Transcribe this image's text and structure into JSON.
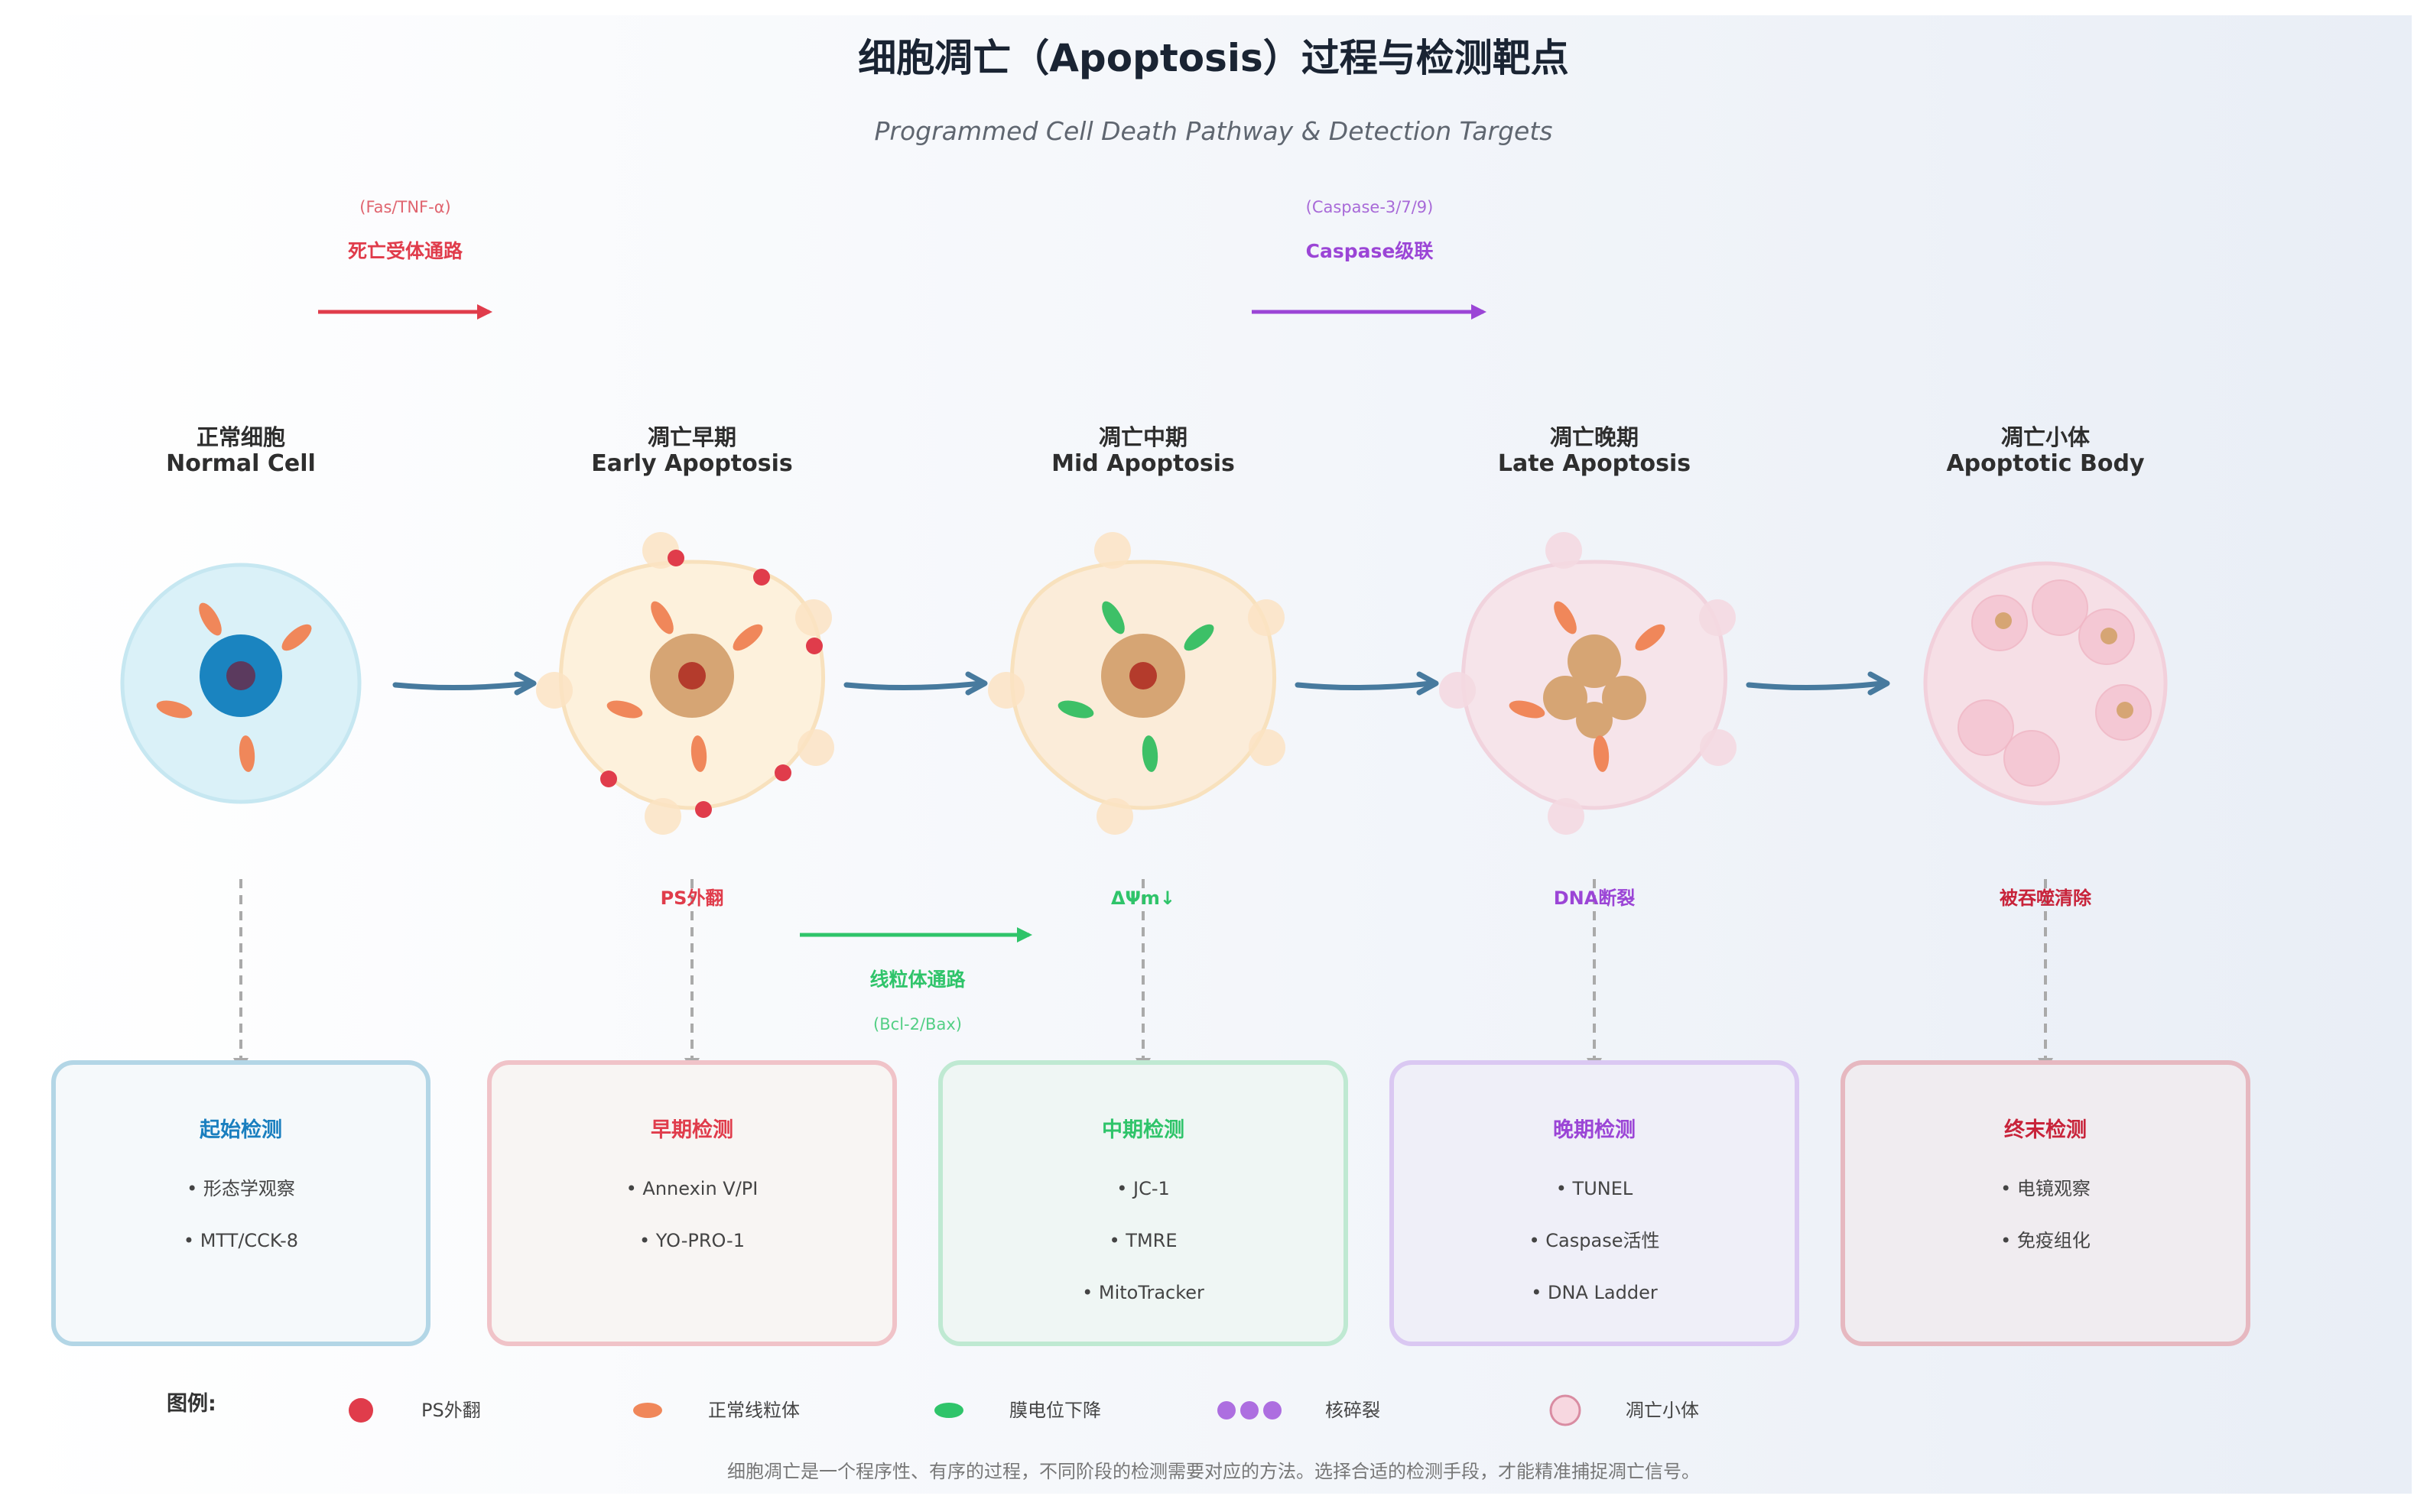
{
  "title": "细胞凋亡（Apoptosis）过程与检测靶点",
  "subtitle": "Programmed Cell Death Pathway & Detection Targets",
  "pathways": {
    "death_receptor": {
      "label": "死亡受体通路",
      "sub": "(Fas/TNF-α)",
      "color": "#e03c4b"
    },
    "caspase": {
      "label": "Caspase级联",
      "sub": "(Caspase-3/7/9)",
      "color": "#9b45d6"
    },
    "mitochondrial": {
      "label": "线粒体通路",
      "sub": "(Bcl-2/Bax)",
      "color": "#2fc46a"
    }
  },
  "stages": [
    {
      "zh": "正常细胞",
      "en": "Normal Cell",
      "marker": "",
      "box_title": "起始检测",
      "accent": "#1a7fbf",
      "border": "#b3d6e6",
      "items": [
        "• 形态学观察",
        "• MTT/CCK-8"
      ]
    },
    {
      "zh": "凋亡早期",
      "en": "Early Apoptosis",
      "marker": "PS外翻",
      "box_title": "早期检测",
      "accent": "#e03c4b",
      "border": "#f0c3c8",
      "items": [
        "• Annexin V/PI",
        "• YO-PRO-1"
      ]
    },
    {
      "zh": "凋亡中期",
      "en": "Mid Apoptosis",
      "marker": "ΔΨm↓",
      "box_title": "中期检测",
      "accent": "#2fc46a",
      "border": "#bfe9d2",
      "items": [
        "• JC-1",
        "• TMRE",
        "• MitoTracker"
      ]
    },
    {
      "zh": "凋亡晚期",
      "en": "Late Apoptosis",
      "marker": "DNA断裂",
      "box_title": "晚期检测",
      "accent": "#9b45d6",
      "border": "#dac8f2",
      "items": [
        "• TUNEL",
        "• Caspase活性",
        "• DNA Ladder"
      ]
    },
    {
      "zh": "凋亡小体",
      "en": "Apoptotic Body",
      "marker": "被吞噬清除",
      "box_title": "终末检测",
      "accent": "#c8233a",
      "border": "#e6b8c0",
      "items": [
        "• 电镜观察",
        "• 免疫组化"
      ]
    }
  ],
  "legend": {
    "title": "图例:",
    "items": [
      {
        "icon": "ps-dot",
        "label": "PS外翻"
      },
      {
        "icon": "mito-orange",
        "label": "正常线粒体"
      },
      {
        "icon": "mito-green",
        "label": "膜电位下降"
      },
      {
        "icon": "fragment-dots",
        "label": "核碎裂"
      },
      {
        "icon": "apoptotic-body",
        "label": "凋亡小体"
      }
    ]
  },
  "footnote": "细胞凋亡是一个程序性、有序的过程，不同阶段的检测需要对应的方法。选择合适的检测手段，才能精准捕捉凋亡信号。",
  "colors": {
    "flow_arrow": "#477a9e",
    "dashed": "#b0b0b0"
  }
}
